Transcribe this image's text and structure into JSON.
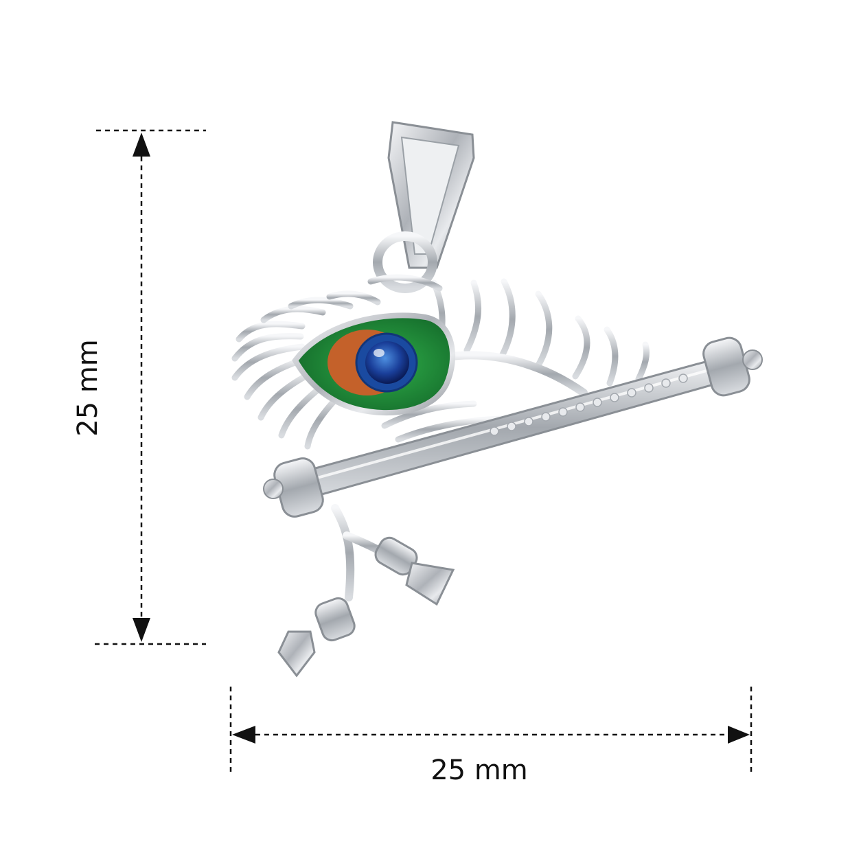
{
  "image": {
    "subject": "silver-peacock-feather-flute-pendant",
    "background_color": "#ffffff",
    "metal_color": "#c9ccd0",
    "enamel_colors": {
      "outer": "#1e8a3a",
      "ring": "#c4612a",
      "pupil": "#1f4fa8"
    }
  },
  "dimensions": {
    "height_label": "25 mm",
    "width_label": "25 mm",
    "line_color": "#111111"
  }
}
